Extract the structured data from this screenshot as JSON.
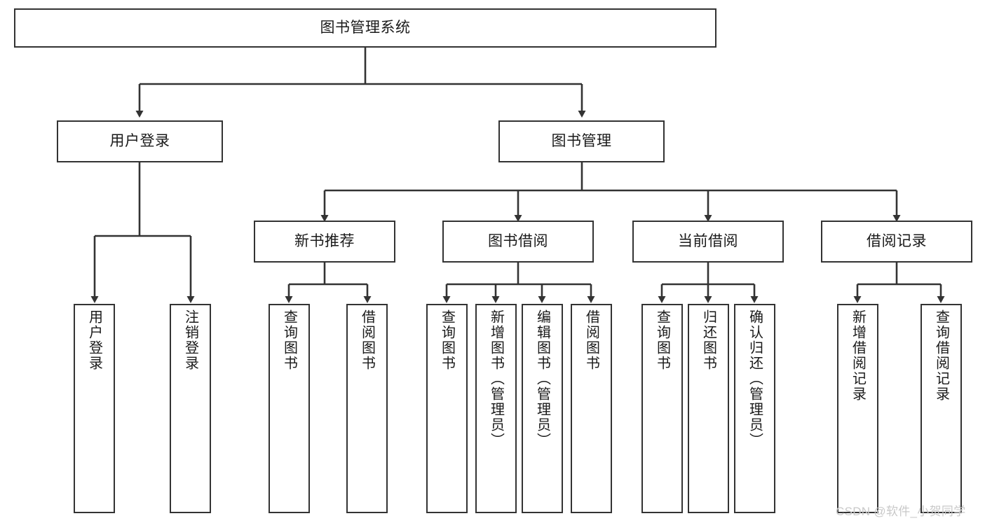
{
  "diagram": {
    "type": "tree-hierarchy-chart",
    "title": "图书管理系统",
    "colors": {
      "stroke": "#333333",
      "box_fill": "#ffffff",
      "text": "#1a1a1a",
      "watermark": "#c9c9c9",
      "background": "#ffffff"
    },
    "nodes": {
      "root": {
        "label": "图书管理系统"
      },
      "level1": [
        {
          "label": "用户登录"
        },
        {
          "label": "图书管理"
        }
      ],
      "level2": [
        {
          "label": "新书推荐"
        },
        {
          "label": "图书借阅"
        },
        {
          "label": "当前借阅"
        },
        {
          "label": "借阅记录"
        }
      ],
      "leaves": {
        "user_login": [
          {
            "label": "用户登录"
          },
          {
            "label": "注销登录"
          }
        ],
        "new_book": [
          {
            "label": "查询图书"
          },
          {
            "label": "借阅图书"
          }
        ],
        "book_borrow": [
          {
            "label": "查询图书"
          },
          {
            "label": "新增图书（管理员）"
          },
          {
            "label": "编辑图书（管理员）"
          },
          {
            "label": "借阅图书"
          }
        ],
        "current_borrow": [
          {
            "label": "查询图书"
          },
          {
            "label": "归还图书"
          },
          {
            "label": "确认归还（管理员）"
          }
        ],
        "borrow_record": [
          {
            "label": "新增借阅记录"
          },
          {
            "label": "查询借阅记录"
          }
        ]
      }
    },
    "watermark": "CSDN @软件_小贺同学"
  }
}
